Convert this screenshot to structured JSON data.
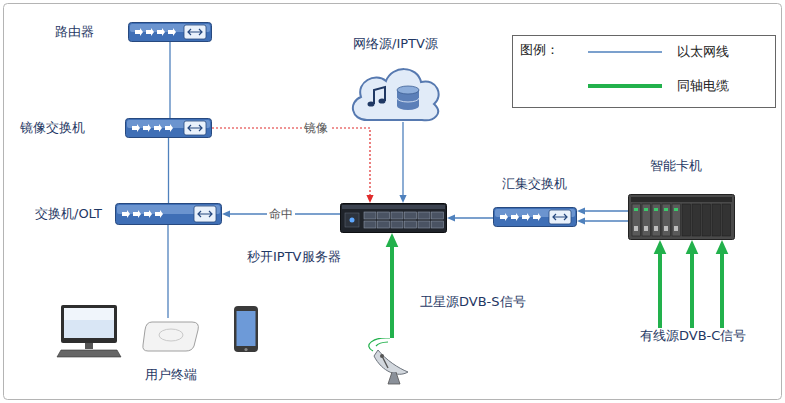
{
  "diagram": {
    "nodes": [
      {
        "text": [
          "路由器"
        ]
      },
      {
        "text": [
          "镜像交换机"
        ]
      },
      {
        "text": [
          "交换机/OLT"
        ]
      },
      {
        "text": [
          "网络源/IPTV源"
        ]
      },
      {
        "text": [
          "秒开IPTV服务器"
        ]
      },
      {
        "text": [
          "汇集交换机"
        ]
      },
      {
        "text": [
          "智能卡机"
        ]
      },
      {
        "text": [
          "卫星源DVB-S信号"
        ]
      },
      {
        "text": [
          "有线源DVB-C信号"
        ]
      },
      {
        "text": [
          "用户终端"
        ]
      }
    ],
    "edges": [
      {
        "from": 0,
        "to": 1,
        "arrow": "none"
      },
      {
        "from": 1,
        "to": 2,
        "arrow": "none"
      },
      {
        "from": 2,
        "to": 9,
        "arrow": "none"
      },
      {
        "from": 1,
        "to": 4,
        "arrow": "to",
        "label": "镜像"
      },
      {
        "from": 4,
        "to": 2,
        "arrow": "to",
        "label": "命中"
      },
      {
        "from": 3,
        "to": 4,
        "arrow": "to"
      },
      {
        "from": 5,
        "to": 4,
        "arrow": "to"
      },
      {
        "from": 6,
        "to": 5,
        "arrow": "to"
      },
      {
        "from": 6,
        "to": 5,
        "arrow": "to"
      },
      {
        "from": 7,
        "to": 4,
        "arrow": "to"
      },
      {
        "from": 8,
        "to": 6,
        "arrow": "to"
      },
      {
        "from": 8,
        "to": 6,
        "arrow": "to"
      },
      {
        "from": 8,
        "to": 6,
        "arrow": "to"
      }
    ],
    "labels": [
      "图例："
    ],
    "legend": [
      {
        "text": "以太网线"
      },
      {
        "text": "同轴电缆"
      }
    ]
  }
}
